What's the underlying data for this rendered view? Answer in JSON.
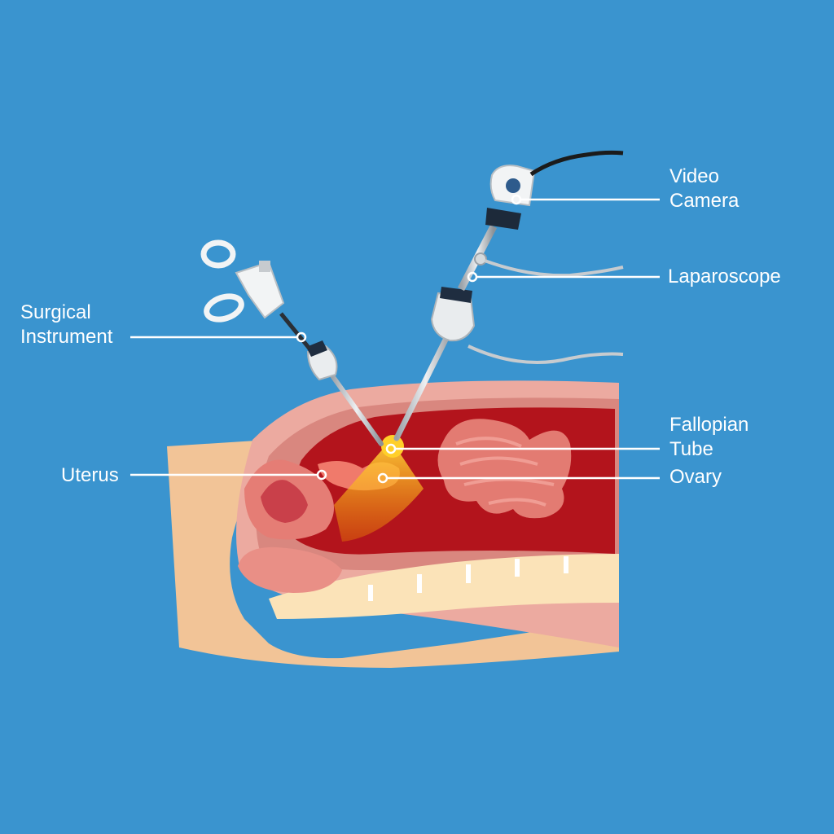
{
  "labels": {
    "video_camera": [
      "Video",
      "Camera"
    ],
    "laparoscope": [
      "Laparoscope"
    ],
    "surgical_instrument": [
      "Surgical",
      "Instrument"
    ],
    "fallopian_tube": [
      "Fallopian",
      "Tube"
    ],
    "uterus": [
      "Uterus"
    ],
    "ovary": [
      "Ovary"
    ]
  },
  "colors": {
    "background": "#3a94cf",
    "skin": "#f2c497",
    "abdominal_wall": "#ecaaa0",
    "cavity": "#b3141c",
    "intestine": "#e8867c",
    "bone": "#fbe3b8",
    "light_beam": "#f6b300",
    "text": "#ffffff"
  },
  "icons": [
    "video-camera-icon",
    "laparoscope-icon",
    "grasper-forceps-icon"
  ]
}
